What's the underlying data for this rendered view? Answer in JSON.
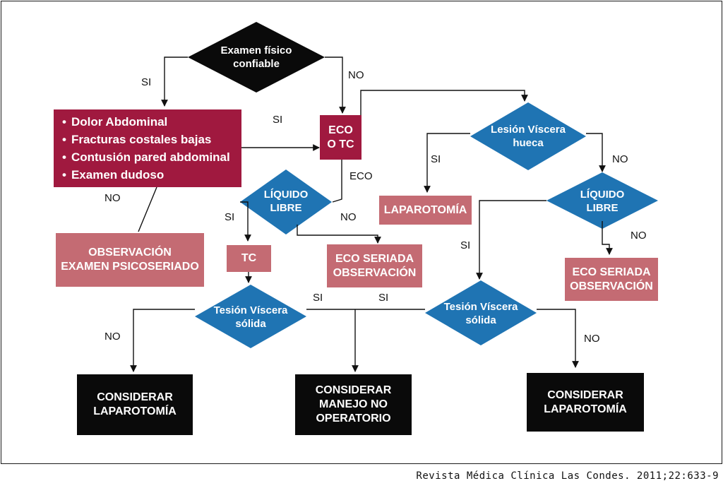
{
  "nodes": {
    "examen_fisico": "Examen físico\nconfiable",
    "symptoms": [
      "Dolor Abdominal",
      "Fracturas costales bajas",
      "Contusión pared abdominal",
      "Examen dudoso"
    ],
    "observacion_psico": "OBSERVACIÓN\nEXAMEN PSICOSERIADO",
    "eco_tc": "ECO\nO TC",
    "liquido_libre_left": "LÍQUIDO\nLIBRE",
    "tc": "TC",
    "eco_seriada_mid": "ECO SERIADA\nOBSERVACIÓN",
    "lesion_viscera_hueca": "Lesión Víscera\nhueca",
    "laparotomia": "LAPAROTOMÍA",
    "liquido_libre_right": "LÍQUIDO\nLIBRE",
    "eco_seriada_right": "ECO SERIADA\nOBSERVACIÓN",
    "tesion_solida_left": "Tesión Víscera\nsólida",
    "tesion_solida_right": "Tesión Víscera\nsólida",
    "considerar_lap_left": "CONSIDERAR\nLAPAROTOMÍA",
    "considerar_manejo": "CONSIDERAR\nMANEJO NO\nOPERATORIO",
    "considerar_lap_right": "CONSIDERAR\nLAPAROTOMÍA"
  },
  "edge_labels": {
    "examen_si": "SI",
    "examen_no": "NO",
    "symptoms_si": "SI",
    "symptoms_no": "NO",
    "eco_label": "ECO",
    "liquido_left_si": "SI",
    "liquido_left_no": "NO",
    "lesion_si": "SI",
    "lesion_no": "NO",
    "liquido_right_si": "SI",
    "liquido_right_no": "NO",
    "tesion_left_no": "NO",
    "tesion_left_si": "SI",
    "tesion_right_si": "SI",
    "tesion_right_no": "NO"
  },
  "citation": "Revista Médica Clínica Las Condes. 2011;22:633-9",
  "colors": {
    "black": "#0a0a0a",
    "maroon": "#a0193f",
    "pink": "#c46b73",
    "blue": "#1f74b3"
  }
}
